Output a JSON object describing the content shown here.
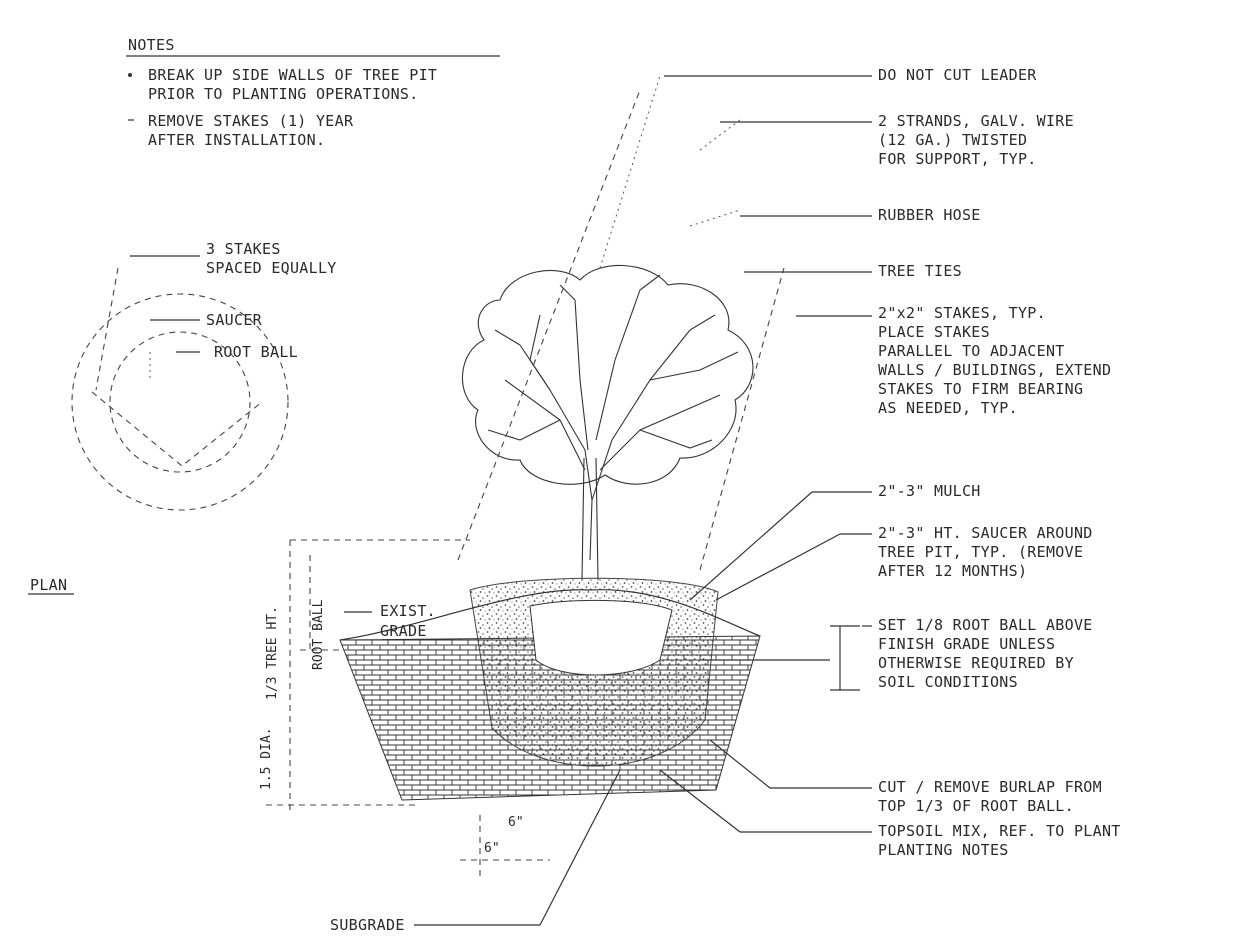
{
  "notes": {
    "heading": "NOTES",
    "items": [
      [
        "BREAK UP SIDE WALLS OF TREE PIT",
        "PRIOR TO PLANTING OPERATIONS."
      ],
      [
        "REMOVE STAKES (1) YEAR",
        "AFTER INSTALLATION."
      ]
    ]
  },
  "plan_view": {
    "callouts": [
      [
        "3 STAKES",
        "SPACED EQUALLY"
      ],
      [
        "SAUCER"
      ],
      [
        "ROOT BALL"
      ]
    ],
    "title": "PLAN"
  },
  "section_callouts": [
    [
      "DO NOT CUT LEADER"
    ],
    [
      "2 STRANDS, GALV. WIRE",
      "(12 GA.) TWISTED",
      "FOR SUPPORT, TYP."
    ],
    [
      "RUBBER HOSE"
    ],
    [
      "TREE TIES"
    ],
    [
      "2\"x2\" STAKES, TYP.",
      "PLACE STAKES",
      "PARALLEL TO ADJACENT",
      "WALLS / BUILDINGS, EXTEND",
      "STAKES TO FIRM BEARING",
      "AS NEEDED, TYP."
    ],
    [
      "2\"-3\" MULCH"
    ],
    [
      "2\"-3\" HT. SAUCER AROUND",
      "TREE PIT, TYP. (REMOVE",
      "AFTER 12 MONTHS)"
    ],
    [
      "SET 1/8 ROOT BALL ABOVE",
      "FINISH GRADE UNLESS",
      "OTHERWISE REQUIRED BY",
      "SOIL CONDITIONS"
    ],
    [
      "CUT / REMOVE BURLAP FROM",
      "TOP 1/3 OF ROOT BALL."
    ],
    [
      "TOPSOIL MIX, REF. TO PLANT",
      "PLANTING NOTES"
    ]
  ],
  "dimensions": {
    "tree_height": "1/3 TREE HT.",
    "ball_depth": "1.5 DIA.",
    "pit_depth": "ROOT BALL",
    "exist_grade": [
      "EXIST.",
      "GRADE"
    ],
    "slope": "6\"",
    "min_depth": "6\"",
    "subgrade": "SUBGRADE"
  }
}
